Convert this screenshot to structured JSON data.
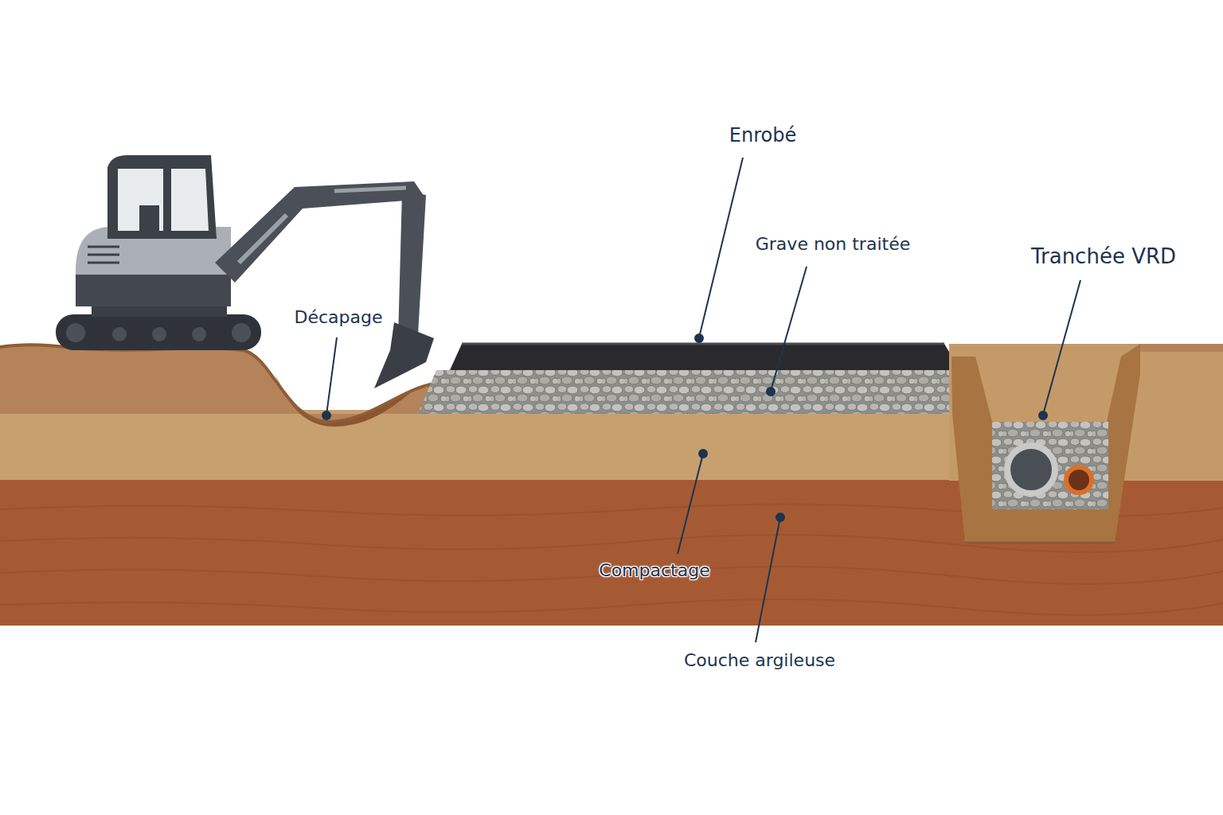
{
  "diagram": {
    "labels": [
      "Enrobé",
      "Grave non traitée",
      "Tranchée VRD",
      "Décapage",
      "Compactage",
      "Couche argileuse"
    ]
  }
}
